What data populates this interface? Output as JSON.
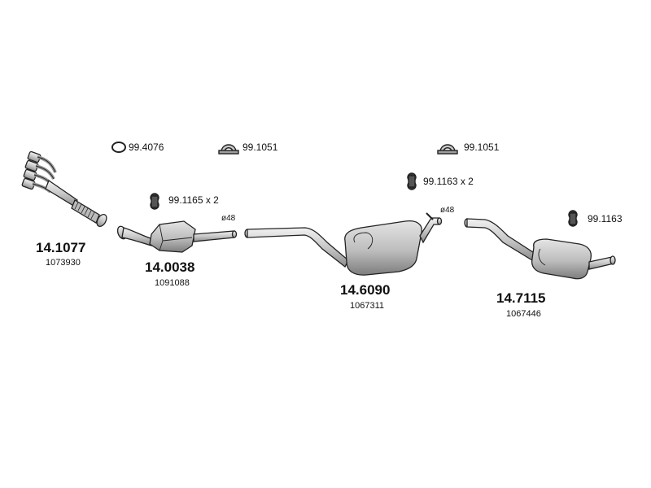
{
  "parts": {
    "front_pipe": {
      "number": "14.1077",
      "oe": "1073930"
    },
    "catalyst": {
      "number": "14.0038",
      "oe": "1091088"
    },
    "mid_silencer": {
      "number": "14.6090",
      "oe": "1067311"
    },
    "rear_silencer": {
      "number": "14.7115",
      "oe": "1067446"
    }
  },
  "accessories": {
    "gasket_ring": "99.4076",
    "clamp_1": "99.1051",
    "clamp_2": "99.1051",
    "hanger_1": "99.1165 x 2",
    "hanger_2": "99.1163 x 2",
    "hanger_3": "99.1163"
  },
  "diameters": {
    "d1": "ø48",
    "d2": "ø48"
  },
  "icons": {
    "ring": "gasket-ring-icon",
    "clamp": "u-clamp-icon",
    "hanger": "rubber-hanger-icon"
  },
  "colors": {
    "metal_fill": "#cfcfcf",
    "metal_dark": "#8a8a8a",
    "outline": "#222222"
  }
}
